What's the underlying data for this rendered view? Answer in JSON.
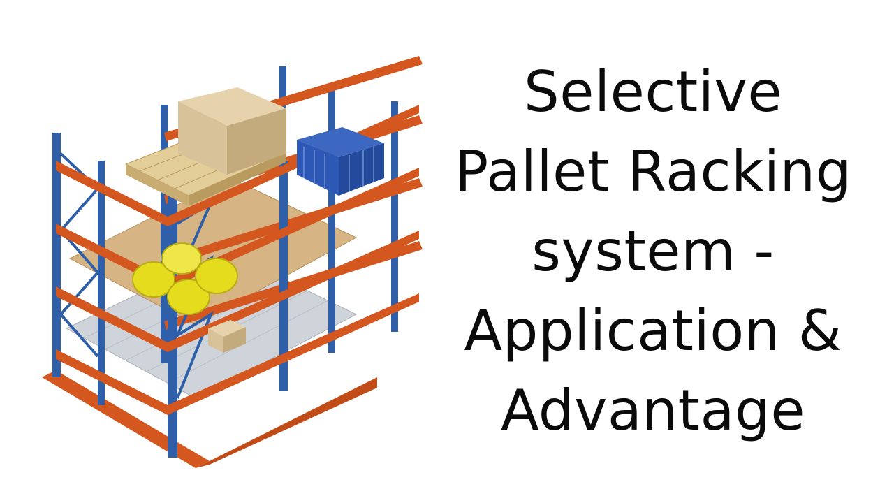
{
  "title": {
    "lines": [
      "Selective",
      "Pallet Racking",
      "system -",
      "Application &",
      "Advantage"
    ]
  },
  "illustration": {
    "subject": "selective pallet racking with boxes, wire cage, drums and shelves",
    "colors": {
      "upright": "#2f5fa8",
      "beam": "#d4571f",
      "box": "#d8c29a",
      "pallet": "#e3cd99",
      "cage": "#2d58b6",
      "drum": "#e6dc1e",
      "chipboard": "#d7b484",
      "metal_shelf": "#cfd4da"
    }
  }
}
